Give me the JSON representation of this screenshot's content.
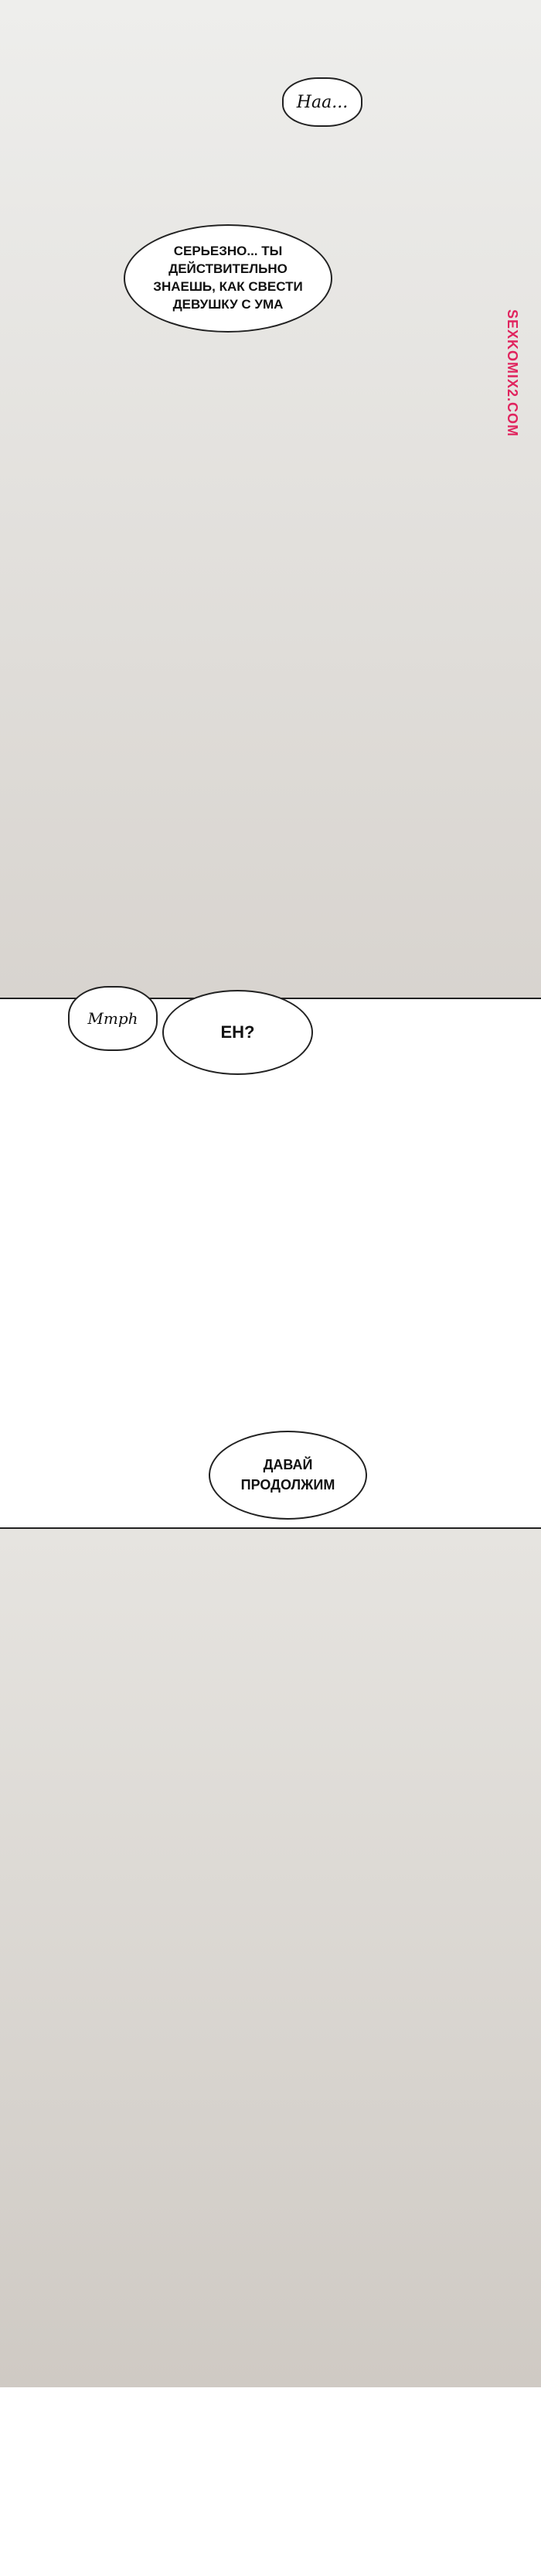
{
  "panel_1": {
    "sfx_top": "Haa...",
    "speech": "СЕРЬЕЗНО... ТЫ ДЕЙСТВИТЕЛЬНО ЗНАЕШЬ, КАК СВЕСТИ ДЕВУШКУ С УМА",
    "watermark": "SEXKOMIX2.COM"
  },
  "between": {
    "sfx": "Mmph",
    "speech_1": "ЕН?",
    "speech_2": "ДАВАЙ ПРОДОЛЖИМ"
  }
}
